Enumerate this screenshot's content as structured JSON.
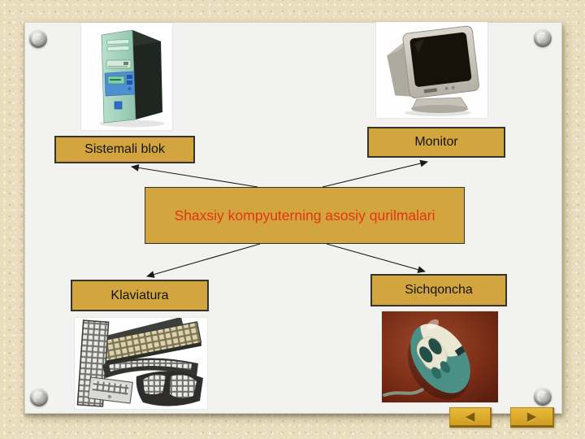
{
  "diagram": {
    "center": {
      "label": "Shaxsiy kompyuterning asosiy qurilmalari"
    },
    "nodes": [
      {
        "id": "system-unit",
        "label": "Sistemali blok"
      },
      {
        "id": "monitor",
        "label": "Monitor"
      },
      {
        "id": "keyboard",
        "label": "Klaviatura"
      },
      {
        "id": "mouse",
        "label": "Sichqoncha"
      }
    ],
    "edges": [
      {
        "from": "center",
        "to": "system-unit"
      },
      {
        "from": "center",
        "to": "monitor"
      },
      {
        "from": "center",
        "to": "keyboard"
      },
      {
        "from": "center",
        "to": "mouse"
      }
    ]
  },
  "images": [
    {
      "name": "system-unit-photo"
    },
    {
      "name": "monitor-photo"
    },
    {
      "name": "keyboard-photo"
    },
    {
      "name": "mouse-photo"
    }
  ],
  "navigation": {
    "prev_icon": "◀",
    "next_icon": "▶"
  },
  "colors": {
    "frame_background": "#e9ddbd",
    "slide_background": "#f2f2f0",
    "node_fill": "#d2a53e",
    "node_border": "#35332c",
    "node_text": "#141414",
    "center_text": "#e43511",
    "nav_button": "#dcaa2b",
    "nav_arrow": "#7a5c0e"
  }
}
